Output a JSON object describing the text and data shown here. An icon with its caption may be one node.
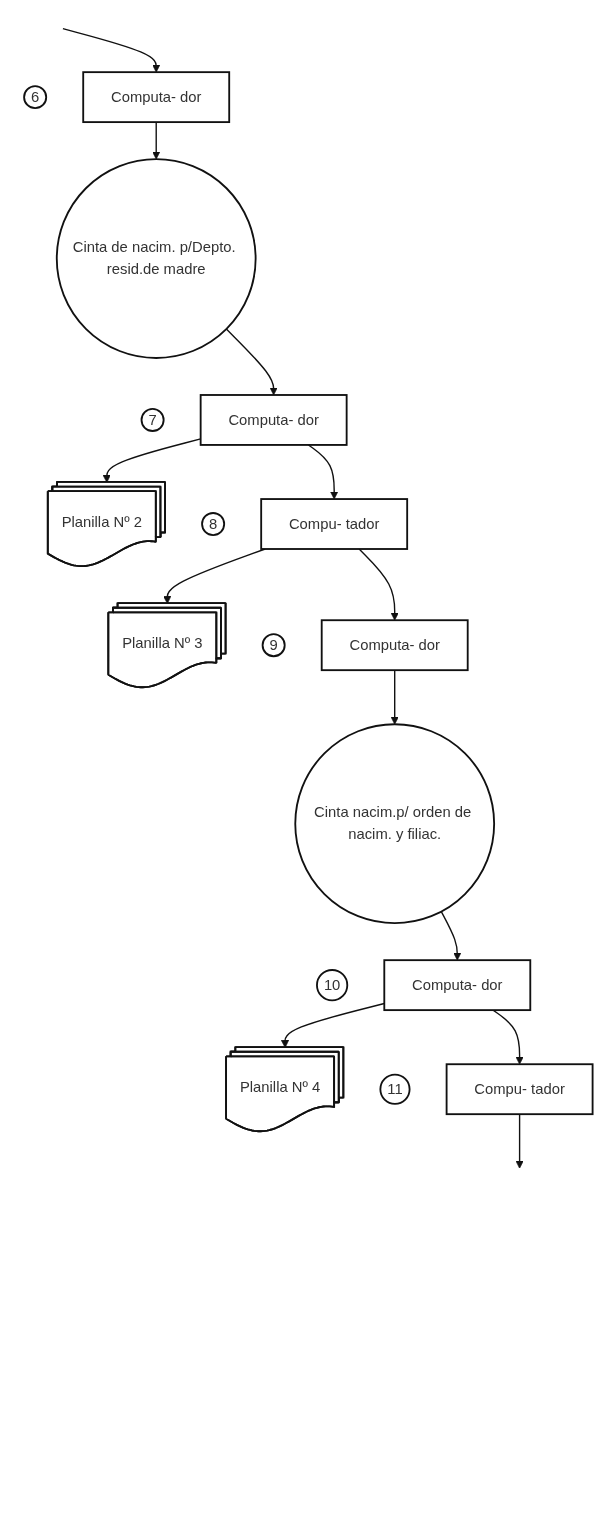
{
  "diagram": {
    "nodes": [
      {
        "text": [
          "6"
        ]
      },
      {
        "text": [
          "Computa- dor"
        ]
      },
      {
        "text": [
          "Cinta de nacim. p/Depto. resid.de madre"
        ]
      },
      {
        "text": [
          "7"
        ]
      },
      {
        "text": [
          "Computa- dor"
        ]
      },
      {
        "text": [
          "Planilla Nº 2"
        ]
      },
      {
        "text": [
          "8"
        ]
      },
      {
        "text": [
          "Compu- tador"
        ]
      },
      {
        "text": [
          "Planilla Nº 3"
        ]
      },
      {
        "text": [
          "9"
        ]
      },
      {
        "text": [
          "Computa- dor"
        ]
      },
      {
        "text": [
          "Cinta nacim.p/ orden de nacim. y filiac."
        ]
      },
      {
        "text": [
          "10"
        ]
      },
      {
        "text": [
          "Computa- dor"
        ]
      },
      {
        "text": [
          "Planilla Nº 4"
        ]
      },
      {
        "text": [
          "11"
        ]
      },
      {
        "text": [
          "Compu- tador"
        ]
      }
    ],
    "edges": [
      {
        "from": null,
        "to": 1,
        "arrow": "to"
      },
      {
        "from": 1,
        "to": 2,
        "arrow": "to"
      },
      {
        "from": 2,
        "to": 4,
        "arrow": "to"
      },
      {
        "from": 4,
        "to": 5,
        "arrow": "to"
      },
      {
        "from": 4,
        "to": 7,
        "arrow": "to"
      },
      {
        "from": 7,
        "to": 8,
        "arrow": "to"
      },
      {
        "from": 7,
        "to": 10,
        "arrow": "to"
      },
      {
        "from": 10,
        "to": 11,
        "arrow": "to"
      },
      {
        "from": 11,
        "to": 13,
        "arrow": "to"
      },
      {
        "from": 13,
        "to": 14,
        "arrow": "to"
      },
      {
        "from": 13,
        "to": 16,
        "arrow": "to"
      },
      {
        "from": 16,
        "to": null,
        "arrow": "to"
      }
    ]
  }
}
